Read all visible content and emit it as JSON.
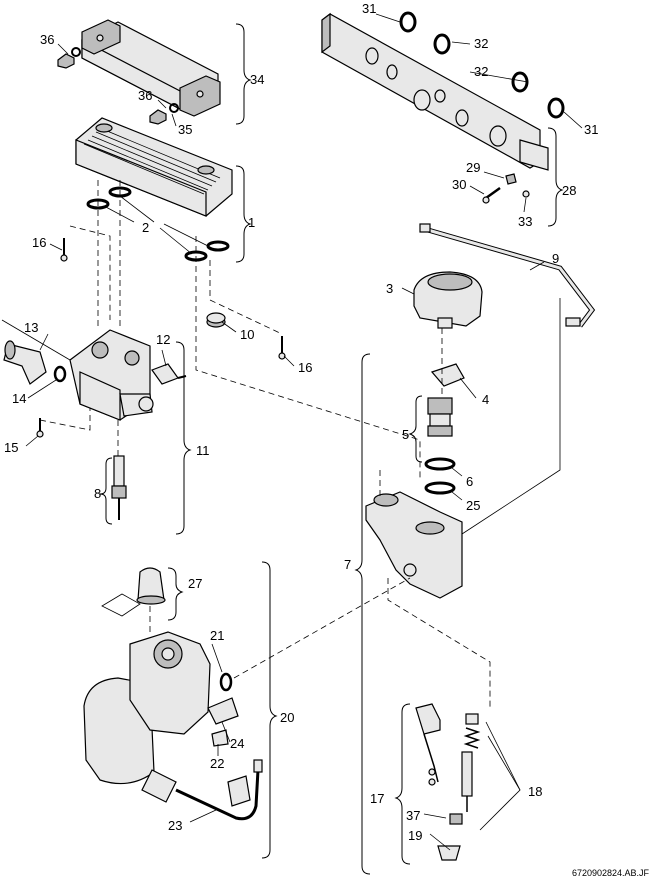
{
  "diagram": {
    "callouts": [
      "1",
      "2",
      "3",
      "4",
      "5",
      "6",
      "7",
      "8",
      "9",
      "10",
      "11",
      "12",
      "13",
      "14",
      "15",
      "16",
      "17",
      "18",
      "19",
      "20",
      "21",
      "22",
      "23",
      "24",
      "25",
      "27",
      "28",
      "29",
      "30",
      "31",
      "32",
      "33",
      "34",
      "35",
      "36",
      "37"
    ],
    "reference_code": "6720902824.AB.JF"
  }
}
